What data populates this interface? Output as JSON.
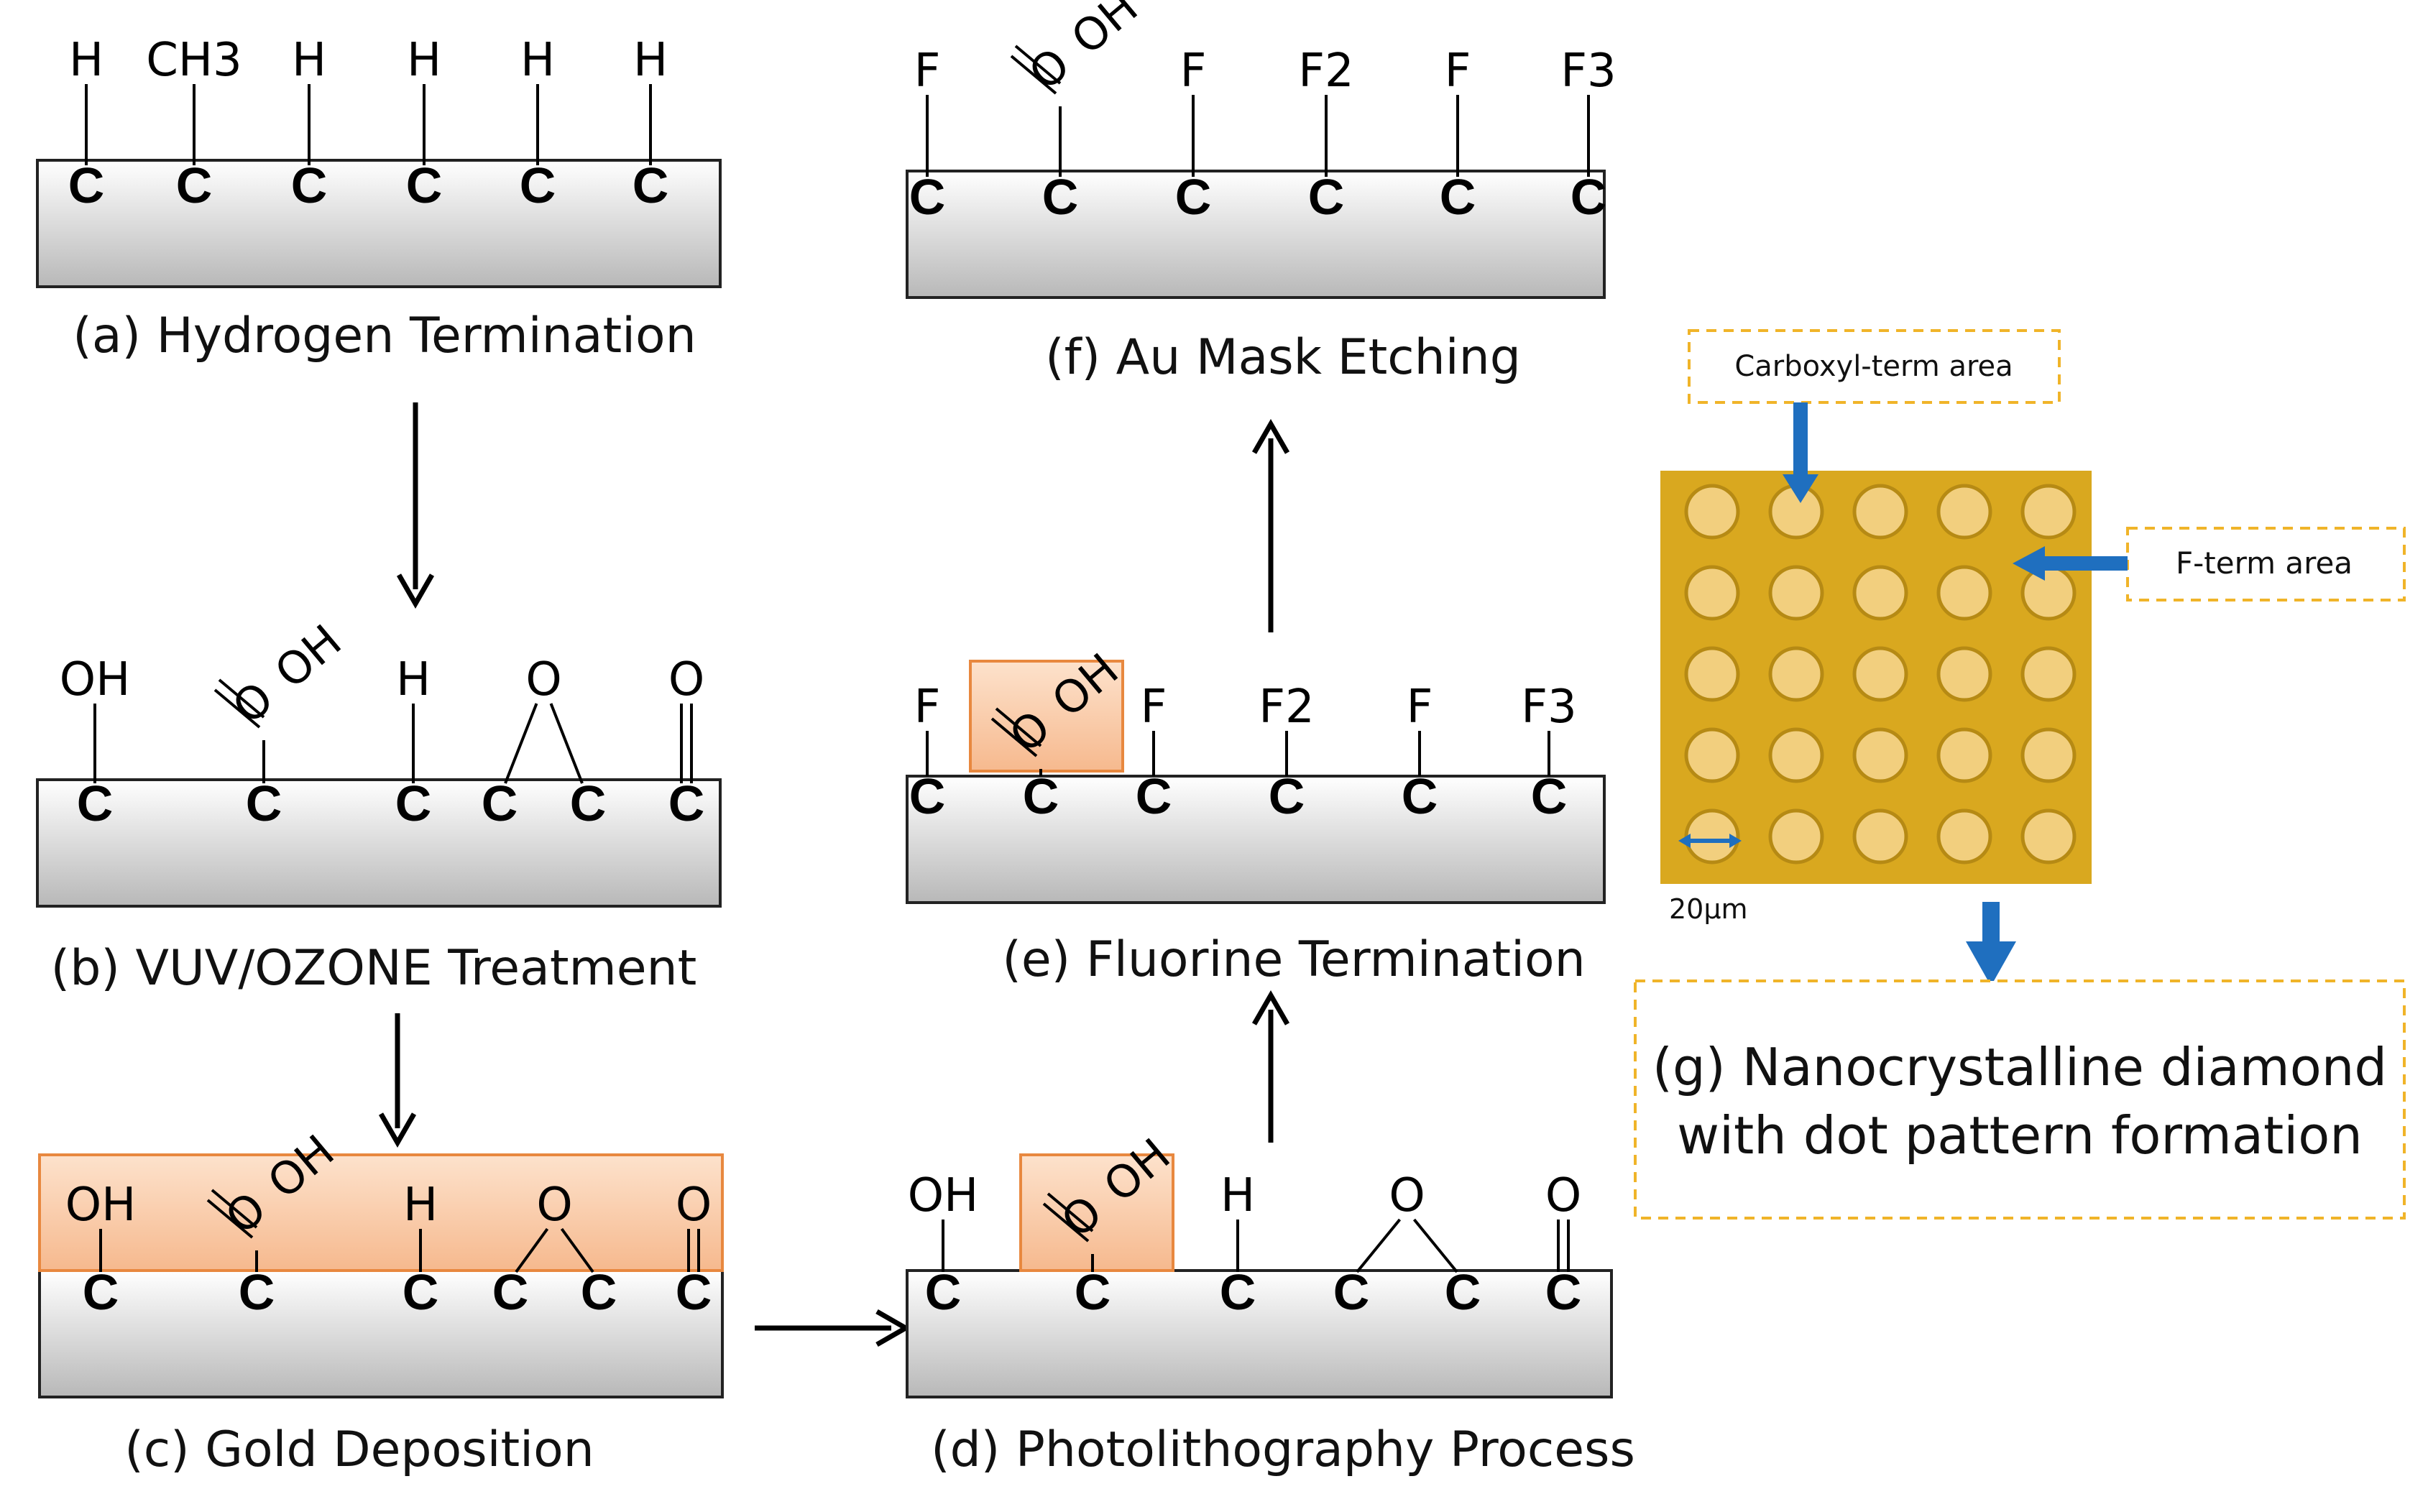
{
  "colors": {
    "slab_top": "#ffffff",
    "slab_bottom": "#b8b8b8",
    "gold_layer": "#f6b98e",
    "gold_border": "#e8883f",
    "dash_border": "#f0b429",
    "micro_bg": "#d9a81f",
    "micro_dot": "#f2cf7e",
    "blue_arrow": "#1f6fbf"
  },
  "panels": {
    "a": {
      "caption": "(a) Hydrogen Termination",
      "surface": [
        {
          "type": "single",
          "top": "H"
        },
        {
          "type": "single",
          "top": "CH3"
        },
        {
          "type": "single",
          "top": "H"
        },
        {
          "type": "single",
          "top": "H"
        },
        {
          "type": "single",
          "top": "H"
        },
        {
          "type": "single",
          "top": "H"
        }
      ]
    },
    "b": {
      "caption": "(b) VUV/OZONE Treatment",
      "surface": [
        {
          "type": "single",
          "top": "OH"
        },
        {
          "type": "carboxyl",
          "o_label": "O",
          "oh_label": "OH"
        },
        {
          "type": "single",
          "top": "H"
        },
        {
          "type": "epoxide",
          "top": "O"
        },
        {
          "type": "carbonyl",
          "top": "O"
        }
      ]
    },
    "c": {
      "caption": "(c) Gold Deposition",
      "surface": [
        {
          "type": "single",
          "top": "OH"
        },
        {
          "type": "carboxyl",
          "o_label": "O",
          "oh_label": "OH"
        },
        {
          "type": "single",
          "top": "H"
        },
        {
          "type": "epoxide",
          "top": "O"
        },
        {
          "type": "carbonyl",
          "top": "O"
        }
      ]
    },
    "d": {
      "caption": "(d) Photolithography Process",
      "surface": [
        {
          "type": "single",
          "top": "OH"
        },
        {
          "type": "carboxyl",
          "o_label": "O",
          "oh_label": "OH"
        },
        {
          "type": "single",
          "top": "H"
        },
        {
          "type": "epoxide",
          "top": "O"
        },
        {
          "type": "carbonyl",
          "top": "O"
        }
      ]
    },
    "e": {
      "caption": "(e) Fluorine Termination",
      "surface": [
        {
          "type": "single",
          "top": "F"
        },
        {
          "type": "carboxyl",
          "o_label": "O",
          "oh_label": "OH"
        },
        {
          "type": "single",
          "top": "F"
        },
        {
          "type": "single",
          "top": "F2"
        },
        {
          "type": "single",
          "top": "F"
        },
        {
          "type": "single",
          "top": "F3"
        }
      ]
    },
    "f": {
      "caption": "(f) Au Mask Etching",
      "surface": [
        {
          "type": "single",
          "top": "F"
        },
        {
          "type": "carboxyl",
          "o_label": "O",
          "oh_label": "OH"
        },
        {
          "type": "single",
          "top": "F"
        },
        {
          "type": "single",
          "top": "F2"
        },
        {
          "type": "single",
          "top": "F"
        },
        {
          "type": "single",
          "top": "F3"
        }
      ]
    }
  },
  "carbon_label": "C",
  "micrograph": {
    "dot_grid": {
      "rows": 5,
      "cols": 5
    },
    "scale_label": "20µm",
    "callout_carboxyl": "Carboxyl-term area",
    "callout_fterm": "F-term area"
  },
  "result": {
    "line1": "(g) Nanocrystalline diamond",
    "line2": "with dot pattern formation"
  }
}
